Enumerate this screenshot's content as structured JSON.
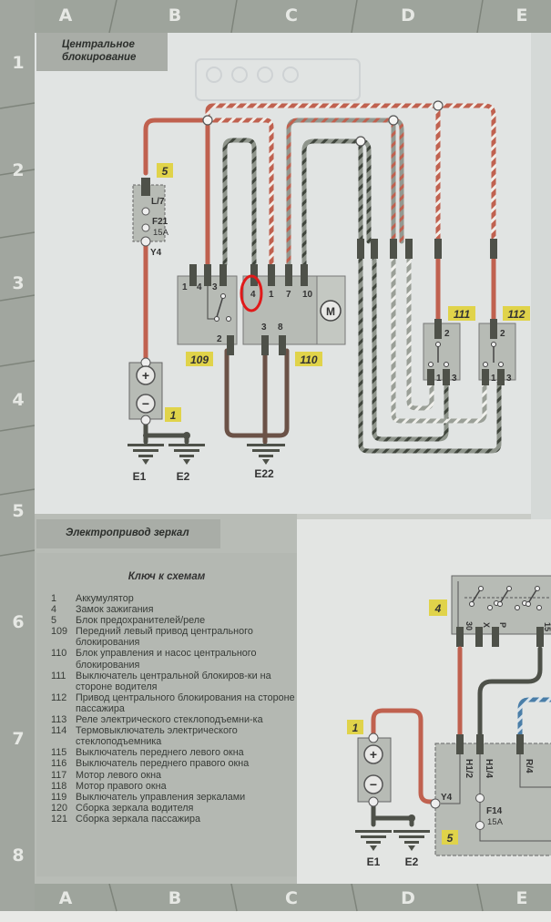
{
  "grid": {
    "columns": [
      "A",
      "B",
      "C",
      "D",
      "E"
    ],
    "rows": [
      "1",
      "2",
      "3",
      "4",
      "5",
      "6",
      "7",
      "8"
    ]
  },
  "sections": {
    "central_locking_title_line1": "Центральное",
    "central_locking_title_line2": "блокирование",
    "mirrors_title": "Электропривод зеркал"
  },
  "diagram_top": {
    "fuse_box_label": "5",
    "fuse_terminal_top": "L/7",
    "fuse_name": "F21",
    "fuse_rating": "15A",
    "fuse_terminal_bottom": "Y4",
    "battery_label": "1",
    "battery_plus": "+",
    "battery_minus": "−",
    "grounds": [
      "E1",
      "E2",
      "E22"
    ],
    "actuator_109": {
      "label": "109",
      "pins": [
        "1",
        "4",
        "3",
        "2"
      ]
    },
    "control_110": {
      "label": "110",
      "pins_top": [
        "4",
        "1",
        "7",
        "10"
      ],
      "pins_bottom": [
        "3",
        "8"
      ],
      "motor": "M"
    },
    "switch_111": {
      "label": "111",
      "pins": [
        "2",
        "1",
        "3"
      ]
    },
    "actuator_112": {
      "label": "112",
      "pins": [
        "2",
        "1",
        "3"
      ]
    },
    "highlighted_pin": "4"
  },
  "diagram_bottom": {
    "ignition_label": "4",
    "ignition_pins": [
      "30",
      "X",
      "P",
      "15"
    ],
    "battery_label": "1",
    "battery_plus": "+",
    "battery_minus": "−",
    "grounds": [
      "E1",
      "E2"
    ],
    "fuse_box_label": "5",
    "fuse_box_terminals": [
      "H1/2",
      "H1/4",
      "R/4",
      "Y4"
    ],
    "fuse_name": "F14",
    "fuse_rating": "15A"
  },
  "key": {
    "title": "Ключ к схемам",
    "items": [
      {
        "num": "1",
        "text": "Аккумулятор"
      },
      {
        "num": "4",
        "text": "Замок зажигания"
      },
      {
        "num": "5",
        "text": "Блок предохранителей/реле"
      },
      {
        "num": "109",
        "text": "Передний левый привод центрального блокирования"
      },
      {
        "num": "110",
        "text": "Блок управления и насос центрального блокирования"
      },
      {
        "num": "111",
        "text": "Выключатель центральной блокиров-ки на стороне водителя"
      },
      {
        "num": "112",
        "text": "Привод центрального блокирования на стороне пассажира"
      },
      {
        "num": "113",
        "text": "Реле электрического стеклоподъемни-ка"
      },
      {
        "num": "114",
        "text": "Термовыключатель электрического стеклоподъемника"
      },
      {
        "num": "115",
        "text": "Выключатель переднего левого окна"
      },
      {
        "num": "116",
        "text": "Выключатель переднего правого окна"
      },
      {
        "num": "117",
        "text": "Мотор левого окна"
      },
      {
        "num": "118",
        "text": "Мотор правого окна"
      },
      {
        "num": "119",
        "text": "Выключатель управления зеркалами"
      },
      {
        "num": "120",
        "text": "Сборка зеркала водителя"
      },
      {
        "num": "121",
        "text": "Сборка зеркала пассажира"
      }
    ]
  },
  "colors": {
    "wire_red": "#c0614f",
    "wire_dark": "#4e5149",
    "wire_brown": "#6b5247",
    "wire_grey": "#8f958c",
    "wire_blue": "#4a7ea8",
    "label_yellow": "#e0d34a",
    "highlight_ring": "#e01a1a",
    "component_fill": "#b9bdb7"
  }
}
